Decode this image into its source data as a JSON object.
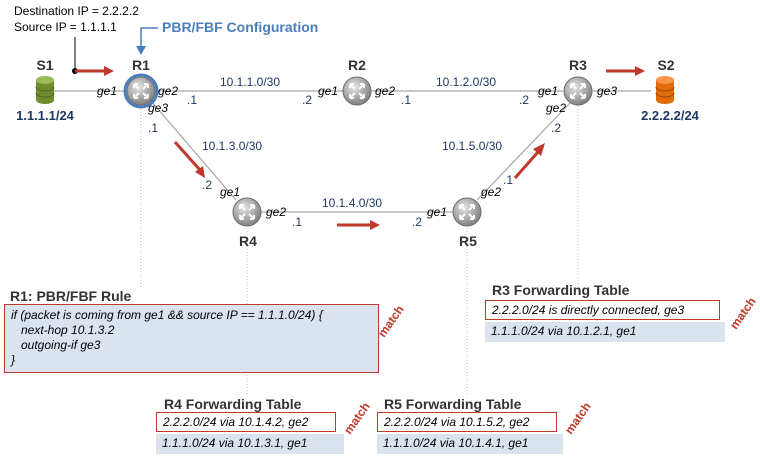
{
  "info": {
    "destination": "Destination IP = 2.2.2.2",
    "source": "Source IP = 1.1.1.1"
  },
  "pbr_label": "PBR/FBF Configuration",
  "hosts": {
    "s1": {
      "name": "S1",
      "ip": "1.1.1.1/24",
      "color": "#6e8b2e",
      "ip_color": "#1f3864"
    },
    "s2": {
      "name": "S2",
      "ip": "2.2.2.2/24",
      "color": "#e36c09",
      "ip_color": "#1f3864"
    }
  },
  "routers": {
    "r1": "R1",
    "r2": "R2",
    "r3": "R3",
    "r4": "R4",
    "r5": "R5"
  },
  "links": {
    "r1_r2": {
      "subnet": "10.1.1.0/30",
      "a": ".1",
      "b": ".2"
    },
    "r2_r3": {
      "subnet": "10.1.2.0/30",
      "a": ".1",
      "b": ".2"
    },
    "r1_r4": {
      "subnet": "10.1.3.0/30",
      "a": ".1",
      "b": ".2"
    },
    "r4_r5": {
      "subnet": "10.1.4.0/30",
      "a": ".1",
      "b": ".2"
    },
    "r5_r3": {
      "subnet": "10.1.5.0/30",
      "a": ".1",
      "b": ".2"
    }
  },
  "interfaces": {
    "r1_ge1": "ge1",
    "r1_ge2": "ge2",
    "r1_ge3": "ge3",
    "r2_ge1": "ge1",
    "r2_ge2": "ge2",
    "r3_ge1": "ge1",
    "r3_ge2": "ge2",
    "r3_ge3": "ge3",
    "r4_ge1": "ge1",
    "r4_ge2": "ge2",
    "r5_ge1": "ge1",
    "r5_ge2": "ge2"
  },
  "rule": {
    "title": "R1: PBR/FBF Rule",
    "lines": [
      "if (packet is coming from ge1 && source IP == 1.1.1.0/24) {",
      "   next-hop 10.1.3.2",
      "   outgoing-if ge3",
      "}"
    ],
    "match": "match"
  },
  "r3_table": {
    "title": "R3 Forwarding Table",
    "rows": [
      "2.2.2.0/24 is directly connected, ge3",
      "1.1.1.0/24 via 10.1.2.1, ge1"
    ],
    "match": "match"
  },
  "r4_table": {
    "title": "R4 Forwarding Table",
    "rows": [
      "2.2.2.0/24 via 10.1.4.2, ge2",
      "1.1.1.0/24 via 10.1.3.1, ge1"
    ],
    "match": "match"
  },
  "r5_table": {
    "title": "R5 Forwarding Table",
    "rows": [
      "2.2.2.0/24 via 10.1.5.2, ge2",
      "1.1.1.0/24 via 10.1.4.1, ge1"
    ],
    "match": "match"
  },
  "colors": {
    "arrow": "#c0392b",
    "pbr": "#4a7ebb",
    "link": "#a6a6a6",
    "table_bg": "#dbe3ef",
    "router": "#8c8c8c"
  }
}
